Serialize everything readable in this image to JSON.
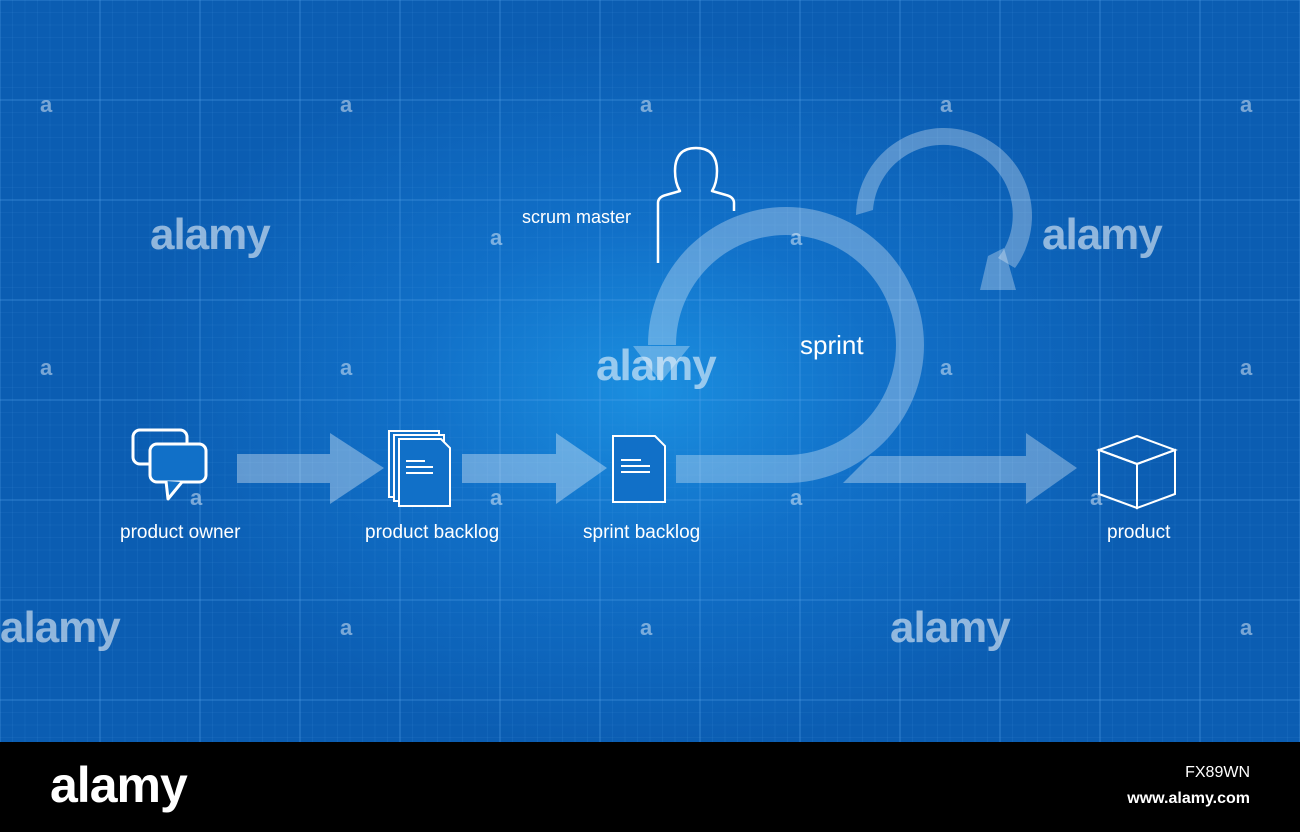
{
  "diagram": {
    "nodes": {
      "product_owner": "product owner",
      "product_backlog": "product backlog",
      "sprint_backlog": "sprint backlog",
      "product": "product",
      "scrum_master": "scrum master",
      "sprint": "sprint"
    },
    "icons": {
      "product_owner": "speech-bubbles-icon",
      "product_backlog": "document-stack-icon",
      "sprint_backlog": "document-icon",
      "product": "cube-icon",
      "scrum_master": "person-icon"
    },
    "colors": {
      "background": "#1170c8",
      "grid": "#5aa8ee",
      "line": "#ffffff",
      "arrow_fill": "rgba(255,255,255,0.35)"
    }
  },
  "watermarks": {
    "text": "alamy",
    "letter": "a"
  },
  "footer": {
    "logo": "alamy",
    "image_id": "FX89WN",
    "url": "www.alamy.com"
  }
}
